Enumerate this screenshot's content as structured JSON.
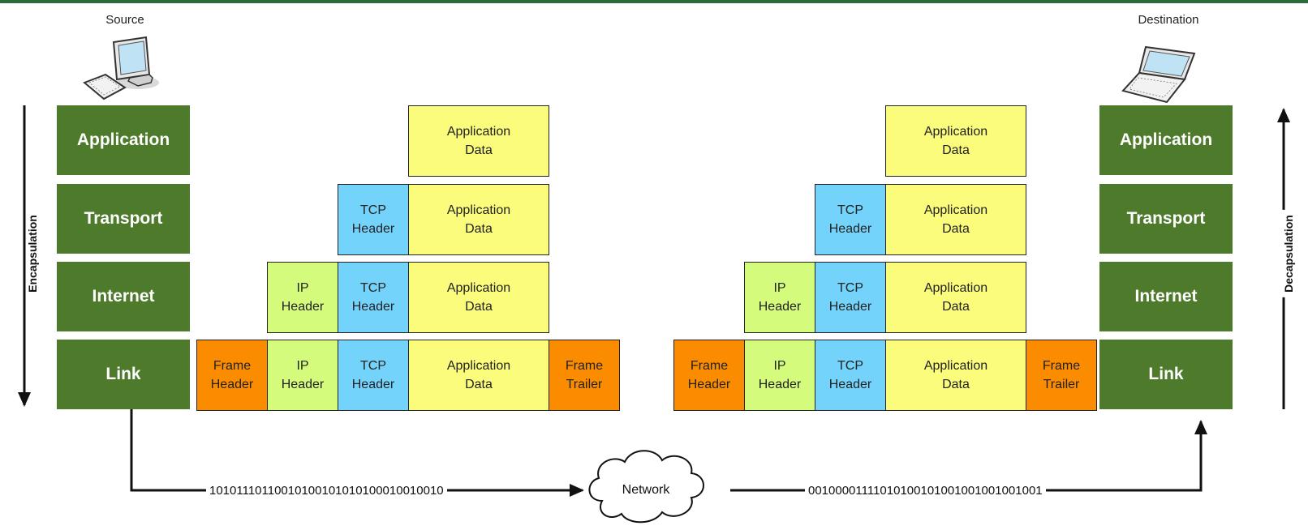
{
  "source": {
    "label": "Source",
    "icon": "desktop-computer-icon"
  },
  "destination": {
    "label": "Destination",
    "icon": "laptop-icon"
  },
  "layers": [
    "Application",
    "Transport",
    "Internet",
    "Link"
  ],
  "sides": {
    "left": "Encapsulation",
    "right": "Decapsulation"
  },
  "cells": {
    "app_data": [
      "Application",
      "Data"
    ],
    "tcp_header": [
      "TCP",
      "Header"
    ],
    "ip_header": [
      "IP",
      "Header"
    ],
    "frame_header": [
      "Frame",
      "Header"
    ],
    "frame_trailer": [
      "Frame",
      "Trailer"
    ]
  },
  "network": {
    "label": "Network",
    "bits_out": "10101110110010100101010100010010010",
    "bits_in": "00100001111010100101001001001001001"
  },
  "colors": {
    "layer_green": "#4e7a2c",
    "application_data": "#fbfb7c",
    "tcp_header": "#74d3fb",
    "ip_header": "#d5fb7c",
    "frame": "#fb8c00"
  }
}
